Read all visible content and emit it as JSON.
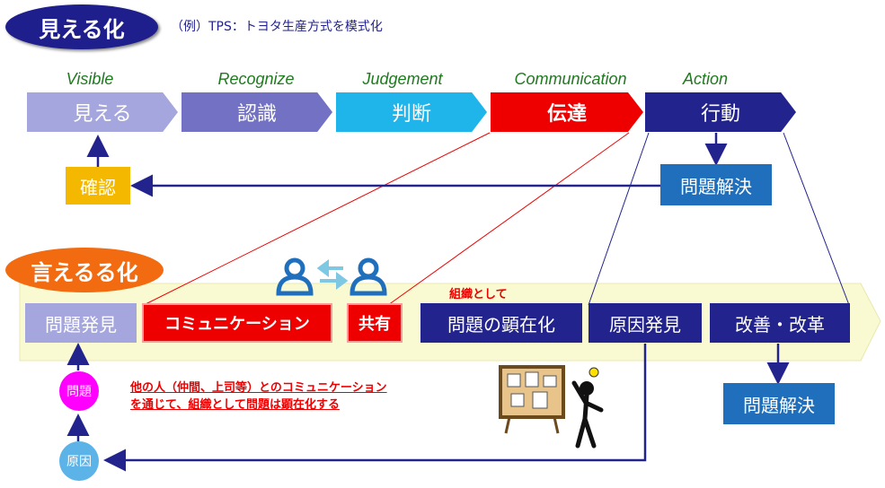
{
  "header": {
    "mieruka_label": "見える化",
    "subtitle": "（例）TPS：トヨタ生産方式を模式化"
  },
  "steps": [
    {
      "en": "Visible",
      "jp": "見える",
      "color": "#a5a6dd"
    },
    {
      "en": "Recognize",
      "jp": "認識",
      "color": "#7271c4"
    },
    {
      "en": "Judgement",
      "jp": "判断",
      "color": "#1fb4ea"
    },
    {
      "en": "Communication",
      "jp": "伝達",
      "color": "#ee0000"
    },
    {
      "en": "Action",
      "jp": "行動",
      "color": "#23238e"
    }
  ],
  "upper": {
    "confirm": "確認",
    "problem_solving": "問題解決"
  },
  "ieruka": {
    "label": "言えるる化",
    "org_label": "組織として",
    "boxes": [
      "問題発見",
      "コミュニケーション",
      "共有",
      "問題の顕在化",
      "原因発見",
      "改善・改革"
    ],
    "problem_solving": "問題解決",
    "circle_problem": "問題",
    "circle_cause": "原因",
    "note_line1": "他の人（仲間、上司等）とのコミュニケーション",
    "note_line2": "を通じて、組織として問題は顕在化する"
  },
  "colors": {
    "navy": "#23238e",
    "blue_box": "#1f6fbd",
    "red": "#ee0000",
    "lavender": "#a5a6dd",
    "yellow_box": "#f5b800",
    "band": "#fafad2",
    "magenta": "#ff00ff",
    "lightblue": "#5bb3e8",
    "icon_blue": "#1f6fbd"
  }
}
